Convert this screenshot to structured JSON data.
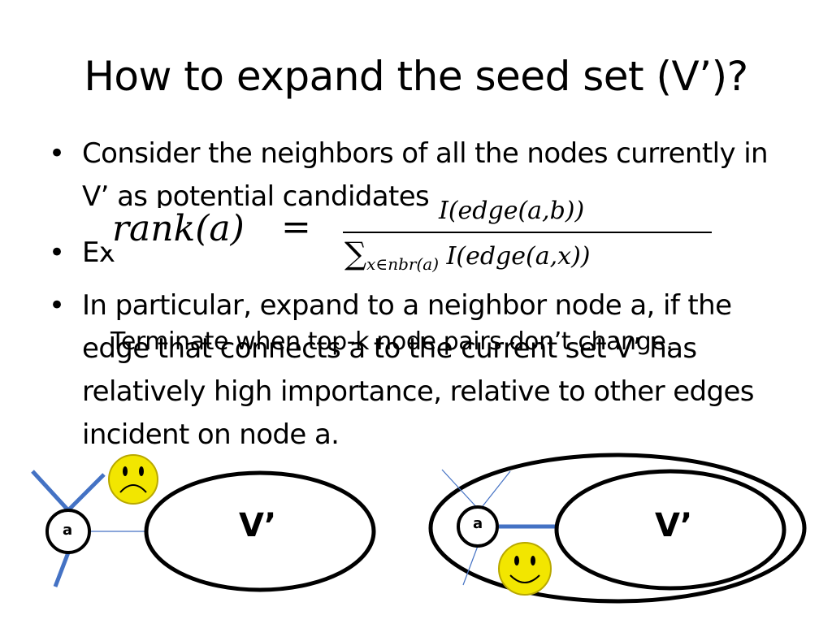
{
  "slide": {
    "title": "How to expand the seed set (V’)?",
    "bullets": [
      {
        "marker": "•",
        "text": "Consider the neighbors of all the nodes currently in V’ as potential candidates"
      },
      {
        "marker": "•",
        "text": "Ex"
      },
      {
        "marker": "•",
        "text": "In particular, expand to a neighbor node a, if the edge that connects a to the current set V’ has relatively high importance, relative to other edges incident on node a."
      }
    ],
    "overlapping_text": "Terminate when top-k node pairs don’t change.",
    "formula": {
      "lhs": "rank(a)",
      "equals": "=",
      "numerator": "I(edge(a,b))",
      "denominator_sum": "∑",
      "denominator_sub": "x∈nbr(a)",
      "denominator_term": "I(edge(a,x))"
    },
    "diagram_left": {
      "node_label": "a",
      "set_label": "V’",
      "face": "sad-face-icon"
    },
    "diagram_right": {
      "node_label": "a",
      "set_label": "V’",
      "face": "happy-face-icon"
    },
    "colors": {
      "edge_blue": "#4472c4",
      "face_yellow": "#f2e600"
    }
  }
}
